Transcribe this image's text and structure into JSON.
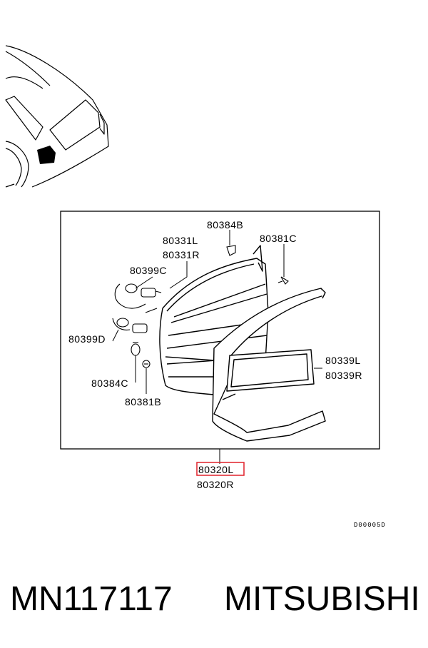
{
  "callouts": {
    "c80384b": "80384B",
    "c80331l": "80331L",
    "c80331r": "80331R",
    "c80381c": "80381C",
    "c80399c": "80399C",
    "c80399d": "80399D",
    "c80384c": "80384C",
    "c80381b": "80381B",
    "c80339l": "80339L",
    "c80339r": "80339R",
    "c80320l": "80320L",
    "c80320r": "80320R"
  },
  "highlight_color": "#e0202a",
  "diagram_code": "D00005D",
  "footer": {
    "part_number": "MN117117",
    "brand": "MITSUBISHI"
  }
}
